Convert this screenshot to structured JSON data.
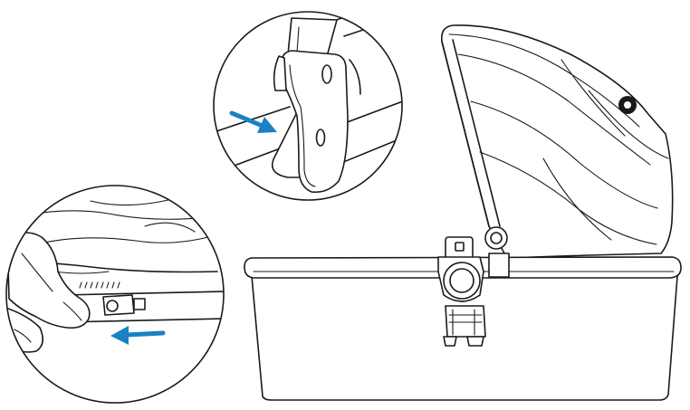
{
  "diagram": {
    "description_shown": false,
    "accent_color": "#1a82c4",
    "line_color": "#1a1a1a",
    "background_color": "#ffffff",
    "arrows": [
      {
        "id": "arrow-top-inset",
        "direction": "down-right"
      },
      {
        "id": "arrow-bottom-inset",
        "direction": "left"
      }
    ]
  }
}
